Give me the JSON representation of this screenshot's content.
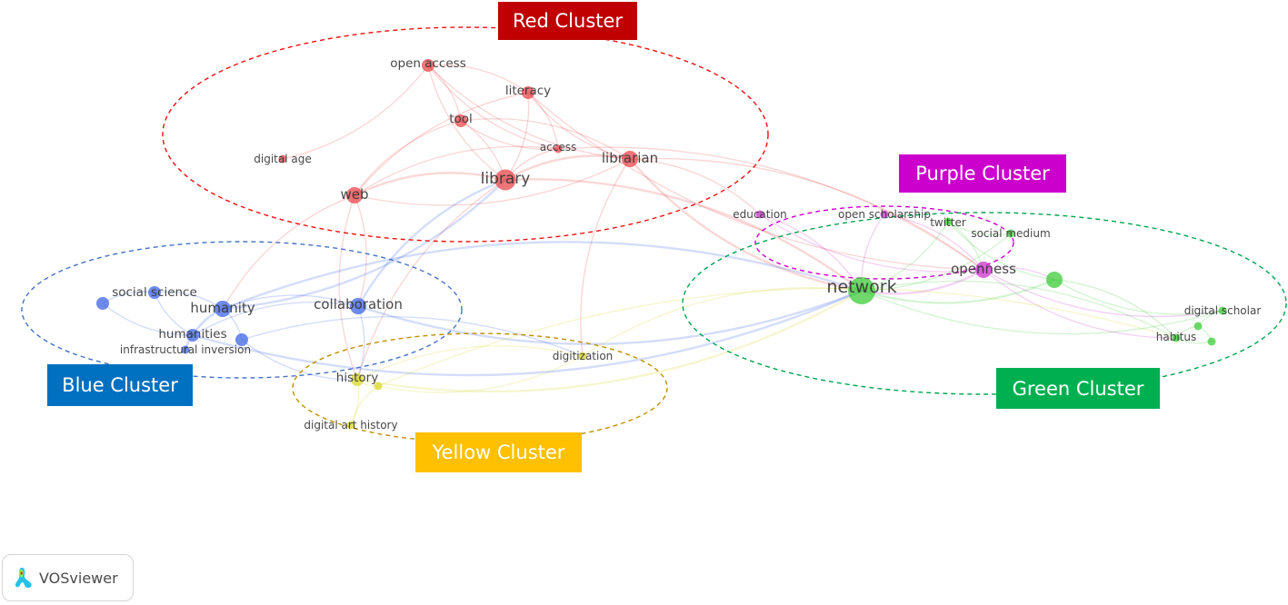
{
  "app": {
    "brand_label": "VOSviewer",
    "brand_icon": "vosviewer-logo-icon"
  },
  "colors": {
    "red": "#e8474b",
    "blue": "#3d64e6",
    "green": "#3ecb3a",
    "purple": "#cc33cc",
    "yellow": "#d8d82a",
    "tag_red": "#c00000",
    "tag_blue": "#0070c0",
    "tag_green": "#00b050",
    "tag_purple": "#cc00cc",
    "tag_yellow": "#ffc000",
    "ellipse_red": "#ee1111",
    "ellipse_blue": "#4472c4",
    "ellipse_green": "#00a550",
    "ellipse_purple": "#cc00cc",
    "ellipse_yellow": "#bf9000"
  },
  "clusters": [
    {
      "id": "red",
      "label": "Red Cluster"
    },
    {
      "id": "purple",
      "label": "Purple Cluster"
    },
    {
      "id": "blue",
      "label": "Blue Cluster"
    },
    {
      "id": "green",
      "label": "Green Cluster"
    },
    {
      "id": "yellow",
      "label": "Yellow Cluster"
    }
  ],
  "nodes": [
    {
      "id": "open-access",
      "label": "open access",
      "cluster": "red",
      "weight": 2
    },
    {
      "id": "literacy",
      "label": "literacy",
      "cluster": "red",
      "weight": 2
    },
    {
      "id": "tool",
      "label": "tool",
      "cluster": "red",
      "weight": 2
    },
    {
      "id": "access",
      "label": "access",
      "cluster": "red",
      "weight": 1
    },
    {
      "id": "librarian",
      "label": "librarian",
      "cluster": "red",
      "weight": 3
    },
    {
      "id": "digital-age",
      "label": "digital age",
      "cluster": "red",
      "weight": 1
    },
    {
      "id": "library",
      "label": "library",
      "cluster": "red",
      "weight": 4
    },
    {
      "id": "web",
      "label": "web",
      "cluster": "red",
      "weight": 3
    },
    {
      "id": "education",
      "label": "education",
      "cluster": "purple",
      "weight": 1
    },
    {
      "id": "open-scholarship",
      "label": "open scholarship",
      "cluster": "purple",
      "weight": 1
    },
    {
      "id": "openness",
      "label": "openness",
      "cluster": "purple",
      "weight": 3
    },
    {
      "id": "twitter",
      "label": "twitter",
      "cluster": "green",
      "weight": 1
    },
    {
      "id": "social-medium",
      "label": "social medium",
      "cluster": "green",
      "weight": 1
    },
    {
      "id": "network",
      "label": "network",
      "cluster": "green",
      "weight": 5
    },
    {
      "id": "green-unlabeled",
      "label": "",
      "cluster": "green",
      "weight": 3
    },
    {
      "id": "digital-scholar",
      "label": "digital scholar",
      "cluster": "green",
      "weight": 1
    },
    {
      "id": "green-small",
      "label": "",
      "cluster": "green",
      "weight": 1
    },
    {
      "id": "habitus",
      "label": "habitus",
      "cluster": "green",
      "weight": 1
    },
    {
      "id": "green-small-2",
      "label": "",
      "cluster": "green",
      "weight": 1
    },
    {
      "id": "blue-unlabeled",
      "label": "",
      "cluster": "blue",
      "weight": 2
    },
    {
      "id": "social-science",
      "label": "social science",
      "cluster": "blue",
      "weight": 2
    },
    {
      "id": "humanity",
      "label": "humanity",
      "cluster": "blue",
      "weight": 3
    },
    {
      "id": "collaboration",
      "label": "collaboration",
      "cluster": "blue",
      "weight": 3
    },
    {
      "id": "humanities",
      "label": "humanities",
      "cluster": "blue",
      "weight": 2
    },
    {
      "id": "infrastructural-inversion",
      "label": "infrastructural inversion",
      "cluster": "blue",
      "weight": 1
    },
    {
      "id": "blue-small",
      "label": "",
      "cluster": "blue",
      "weight": 2
    },
    {
      "id": "history",
      "label": "history",
      "cluster": "yellow",
      "weight": 2
    },
    {
      "id": "yellow-small",
      "label": "",
      "cluster": "yellow",
      "weight": 1
    },
    {
      "id": "digital-art-history",
      "label": "digital art history",
      "cluster": "yellow",
      "weight": 1
    },
    {
      "id": "digitization",
      "label": "digitization",
      "cluster": "yellow",
      "weight": 1
    }
  ],
  "links": [
    [
      "open-access",
      "tool"
    ],
    [
      "open-access",
      "library"
    ],
    [
      "open-access",
      "literacy"
    ],
    [
      "open-access",
      "librarian"
    ],
    [
      "open-access",
      "digital-age"
    ],
    [
      "open-access",
      "access"
    ],
    [
      "literacy",
      "library"
    ],
    [
      "literacy",
      "librarian"
    ],
    [
      "literacy",
      "access"
    ],
    [
      "literacy",
      "web"
    ],
    [
      "tool",
      "library"
    ],
    [
      "tool",
      "web"
    ],
    [
      "tool",
      "librarian"
    ],
    [
      "tool",
      "access"
    ],
    [
      "library",
      "librarian"
    ],
    [
      "library",
      "web"
    ],
    [
      "library",
      "access"
    ],
    [
      "web",
      "librarian"
    ],
    [
      "web",
      "access"
    ],
    [
      "web",
      "humanity"
    ],
    [
      "web",
      "collaboration"
    ],
    [
      "web",
      "history"
    ],
    [
      "librarian",
      "education"
    ],
    [
      "librarian",
      "network"
    ],
    [
      "librarian",
      "openness"
    ],
    [
      "librarian",
      "digitization"
    ],
    [
      "library",
      "network"
    ],
    [
      "library",
      "history"
    ],
    [
      "access",
      "openness"
    ],
    [
      "literacy",
      "openness"
    ],
    [
      "education",
      "network"
    ],
    [
      "education",
      "openness"
    ],
    [
      "open-scholarship",
      "openness"
    ],
    [
      "open-scholarship",
      "network"
    ],
    [
      "twitter",
      "network"
    ],
    [
      "twitter",
      "social-medium"
    ],
    [
      "twitter",
      "openness"
    ],
    [
      "twitter",
      "green-unlabeled"
    ],
    [
      "social-medium",
      "network"
    ],
    [
      "network",
      "green-unlabeled"
    ],
    [
      "network",
      "habitus"
    ],
    [
      "network",
      "digital-scholar"
    ],
    [
      "openness",
      "green-unlabeled"
    ],
    [
      "openness",
      "habitus"
    ],
    [
      "openness",
      "network"
    ],
    [
      "openness",
      "digital-scholar"
    ],
    [
      "green-unlabeled",
      "habitus"
    ],
    [
      "green-unlabeled",
      "digital-scholar"
    ],
    [
      "habitus",
      "green-small"
    ],
    [
      "digital-scholar",
      "green-small"
    ],
    [
      "green-small",
      "green-small-2"
    ],
    [
      "habitus",
      "green-small-2"
    ],
    [
      "blue-unlabeled",
      "social-science"
    ],
    [
      "blue-unlabeled",
      "humanities"
    ],
    [
      "social-science",
      "humanity"
    ],
    [
      "social-science",
      "humanities"
    ],
    [
      "humanity",
      "collaboration"
    ],
    [
      "humanity",
      "humanities"
    ],
    [
      "humanity",
      "blue-small"
    ],
    [
      "humanity",
      "infrastructural-inversion"
    ],
    [
      "humanities",
      "collaboration"
    ],
    [
      "humanities",
      "infrastructural-inversion"
    ],
    [
      "collaboration",
      "history"
    ],
    [
      "collaboration",
      "network"
    ],
    [
      "humanity",
      "network"
    ],
    [
      "humanity",
      "library"
    ],
    [
      "collaboration",
      "library"
    ],
    [
      "history",
      "yellow-small"
    ],
    [
      "history",
      "digital-art-history"
    ],
    [
      "yellow-small",
      "digital-art-history"
    ],
    [
      "history",
      "digitization"
    ],
    [
      "yellow-small",
      "digitization"
    ],
    [
      "digitization",
      "network"
    ],
    [
      "history",
      "network"
    ],
    [
      "yellow-small",
      "habitus"
    ],
    [
      "blue-small",
      "history"
    ],
    [
      "blue-small",
      "digitization"
    ],
    [
      "humanities",
      "network"
    ]
  ]
}
